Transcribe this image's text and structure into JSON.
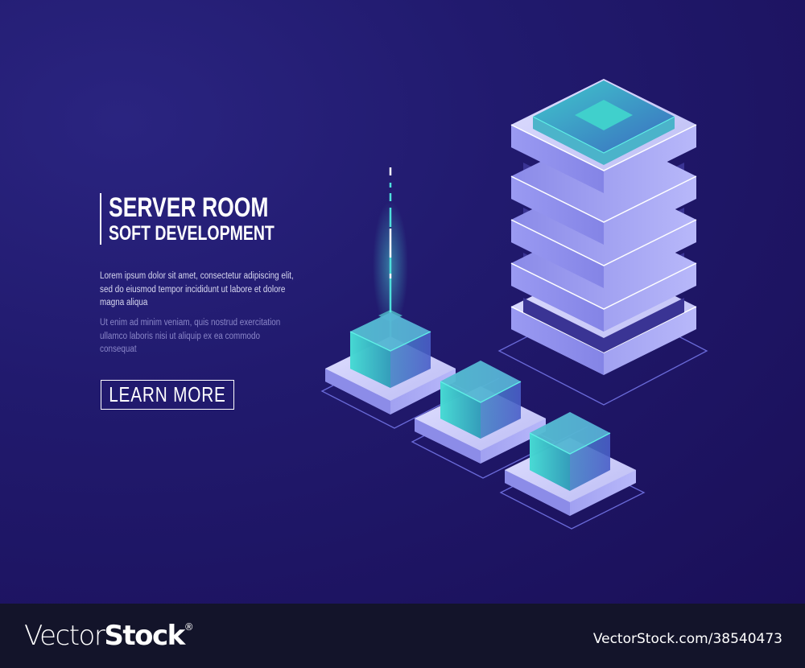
{
  "hero": {
    "title_line1": "SERVER ROOM",
    "title_line2": "SOFT DEVELOPMENT",
    "paragraph1": "Lorem ipsum dolor sit amet, consectetur adipiscing elit, sed do eiusmod tempor incididunt ut labore et dolore magna aliqua",
    "paragraph2": "Ut enim ad minim veniam, quis nostrud exercitation ullamco laboris nisi ut aliquip ex ea commodo consequat",
    "button_label": "LEARN MORE"
  },
  "illustration": {
    "server_tower_layers": 5,
    "cube_nodes": 3,
    "icons": [
      "server-tower-icon",
      "data-cube-icon",
      "data-beam-icon"
    ]
  },
  "colors": {
    "background": "#1f1868",
    "platform_light": "#c8c8f8",
    "platform_side": "#7c7ce0",
    "cube_teal": "#3fd6d0",
    "outline": "#7070e0",
    "footer": "#13142a"
  },
  "footer": {
    "brand_light": "Vector",
    "brand_bold": "Stock",
    "registered": "®",
    "url": "VectorStock.com/38540473"
  }
}
